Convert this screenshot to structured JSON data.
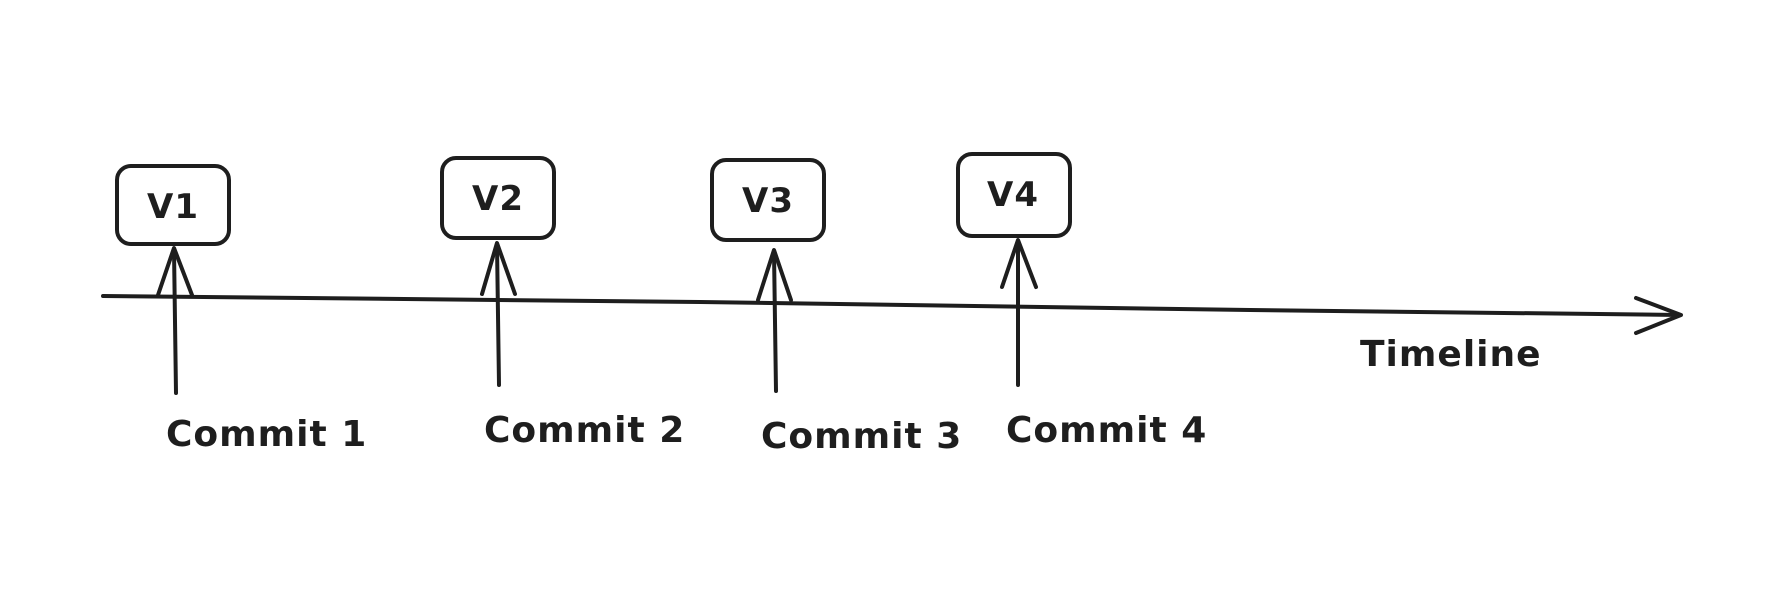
{
  "timeline": {
    "label": "Timeline"
  },
  "commits": [
    {
      "version": "V1",
      "label": "Commit 1"
    },
    {
      "version": "V2",
      "label": "Commit 2"
    },
    {
      "version": "V3",
      "label": "Commit 3"
    },
    {
      "version": "V4",
      "label": "Commit 4"
    }
  ],
  "colors": {
    "ink": "#1e1e1e",
    "background": "#ffffff"
  }
}
